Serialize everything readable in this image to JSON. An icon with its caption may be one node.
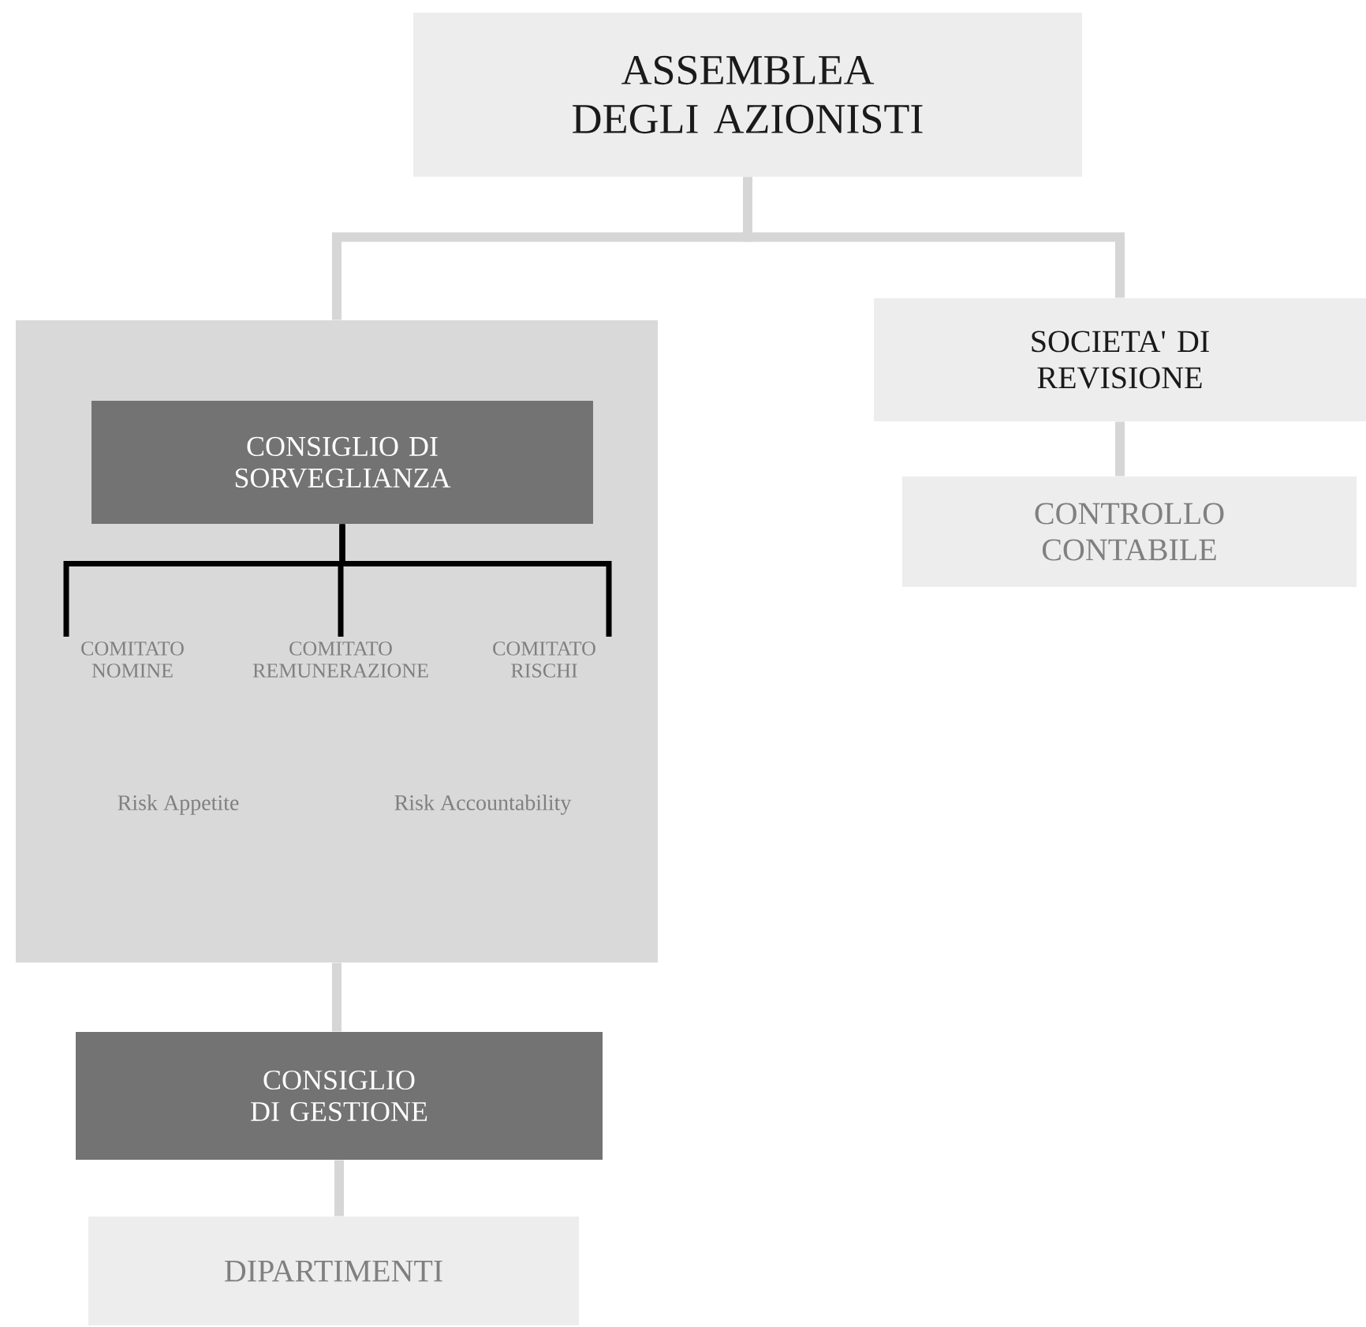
{
  "diagram": {
    "nodes": [
      {
        "text": [
          "ASSEMBLEA DEGLI AZIONISTI"
        ]
      },
      {
        "text": [],
        "shape": "box"
      },
      {
        "text": [
          "CONSIGLIO DI SORVEGLIANZA"
        ],
        "in": 1
      },
      {
        "text": [
          "COMITATO NOMINE"
        ],
        "in": 1
      },
      {
        "text": [
          "COMITATO REMUNERAZIONE"
        ],
        "in": 1
      },
      {
        "text": [
          "COMITATO RISCHI"
        ],
        "in": 1
      },
      {
        "text": [
          "SOCIETA' DI REVISIONE"
        ]
      },
      {
        "text": [
          "CONTROLLO CONTABILE"
        ]
      },
      {
        "text": [
          "CONSIGLIO DI GESTIONE"
        ]
      },
      {
        "text": [
          "DIPARTIMENTI"
        ]
      }
    ],
    "edges": [
      {
        "from": 0,
        "to": 1,
        "arrow": "none"
      },
      {
        "from": 0,
        "to": 6,
        "arrow": "none"
      },
      {
        "from": 2,
        "to": 3,
        "arrow": "none",
        "color": "#000000"
      },
      {
        "from": 2,
        "to": 4,
        "arrow": "none",
        "color": "#000000"
      },
      {
        "from": 2,
        "to": 5,
        "arrow": "none",
        "color": "#000000"
      },
      {
        "from": 6,
        "to": 7,
        "arrow": "none"
      },
      {
        "from": 1,
        "to": 8,
        "arrow": "none"
      },
      {
        "from": 8,
        "to": 9,
        "arrow": "none"
      }
    ],
    "labels": [
      "Risk Appetite",
      "Risk Accountability"
    ]
  }
}
